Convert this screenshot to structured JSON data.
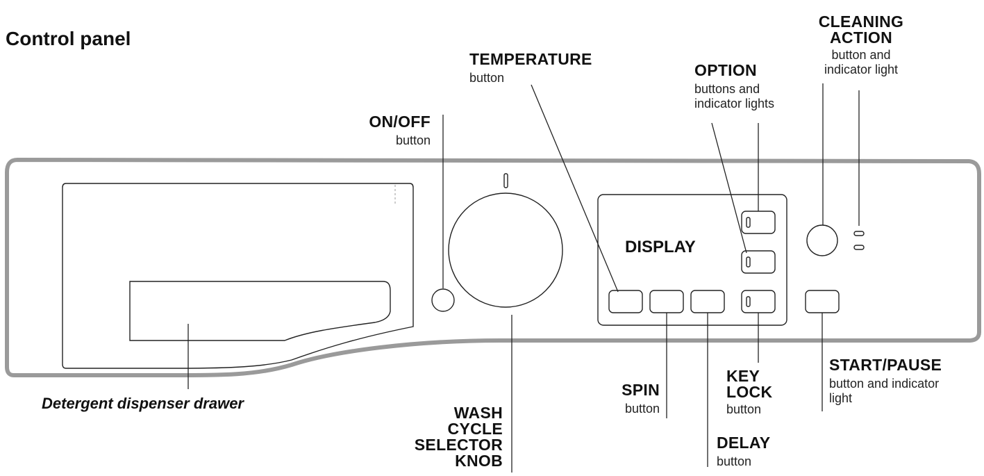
{
  "title": "Control panel",
  "display_label": "DISPLAY",
  "drawer_label": "Detergent dispenser drawer",
  "callouts": {
    "on_off": {
      "name": "ON/OFF",
      "desc": "button"
    },
    "temperature": {
      "name": "TEMPERATURE",
      "desc": "button"
    },
    "option": {
      "name": "OPTION",
      "desc_line1": "buttons and",
      "desc_line2": "indicator lights"
    },
    "cleaning_action": {
      "name_line1": "CLEANING",
      "name_line2": "ACTION",
      "desc_line1": "button and",
      "desc_line2": "indicator light"
    },
    "start_pause": {
      "name": "START/PAUSE",
      "desc_line1": "button and indicator",
      "desc_line2": "light"
    },
    "key_lock": {
      "name_line1": "KEY",
      "name_line2": "LOCK",
      "desc": "button"
    },
    "spin": {
      "name": "SPIN",
      "desc": "button"
    },
    "delay": {
      "name": "DELAY",
      "desc": "button"
    },
    "wash_cycle": {
      "line1": "WASH",
      "line2": "CYCLE",
      "line3": "SELECTOR",
      "line4": "KNOB"
    }
  },
  "colors": {
    "panel_outline": "#9a9a9a",
    "line": "#222222"
  }
}
